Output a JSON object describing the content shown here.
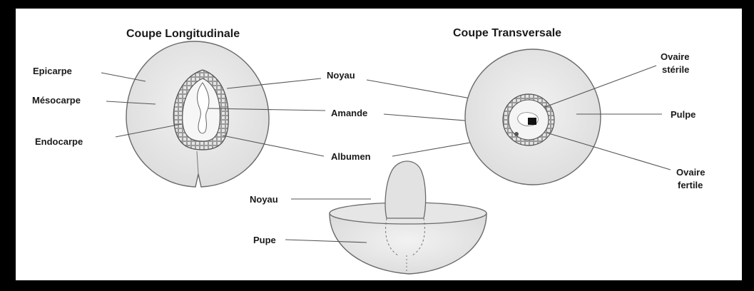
{
  "titles": {
    "longitudinal": "Coupe Longitudinale",
    "transversal": "Coupe Transversale"
  },
  "longitudinal_labels": {
    "epicarpe": "Epicarpe",
    "mesocarpe": "Mésocarpe",
    "endocarpe": "Endocarpe"
  },
  "center_labels": {
    "noyau": "Noyau",
    "amande": "Amande",
    "albumen": "Albumen"
  },
  "transversal_labels": {
    "ovaire_sterile_line1": "Ovaire",
    "ovaire_sterile_line2": "stérile",
    "pulpe": "Pulpe",
    "ovaire_fertile_line1": "Ovaire",
    "ovaire_fertile_line2": "fertile"
  },
  "bottom_labels": {
    "noyau": "Noyau",
    "pupe": "Pupe"
  },
  "colors": {
    "background": "#000000",
    "panel": "#ffffff",
    "pulp_fill": "#e8e8e8",
    "outline": "#6a6a6a",
    "text": "#1a1a1a"
  }
}
